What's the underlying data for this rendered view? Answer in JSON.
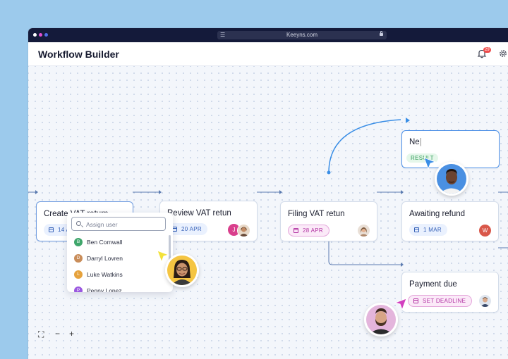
{
  "browser": {
    "url": "Keeyns.com"
  },
  "header": {
    "title": "Workflow Builder",
    "notification_count": "29"
  },
  "nodes": {
    "create_vat": {
      "title": "Create VAT return",
      "date": "14 APR"
    },
    "review_vat": {
      "title": "Review VAT retun",
      "date": "20 APR",
      "avatar_letter": "J"
    },
    "filing_vat": {
      "title": "Filing VAT retun",
      "date": "28 APR"
    },
    "awaiting_refund": {
      "title": "Awaiting refund",
      "date": "1 MAR",
      "avatar_letter": "W"
    },
    "new_node": {
      "title": "Ne",
      "tag": "RESULT"
    },
    "payment_due": {
      "title": "Payment due",
      "action": "SET DEADLINE"
    }
  },
  "assign": {
    "placeholder": "Assign user",
    "users": [
      {
        "initial": "B",
        "name": "Ben Cornwall",
        "color": "#3fa66b"
      },
      {
        "initial": "D",
        "name": "Darryl Lovren",
        "color": "#c98d5a"
      },
      {
        "initial": "L",
        "name": "Luke Watkins",
        "color": "#e6a23c"
      },
      {
        "initial": "P",
        "name": "Penny Lopez",
        "color": "#9b59e0"
      }
    ]
  },
  "colors": {
    "accent": "#3a7fd6",
    "pink": "#d23fbf",
    "yellow": "#f3e23a",
    "connector": "#5b7bb0"
  },
  "zoom_controls": {
    "fit": "⛶",
    "zoom_out": "−",
    "zoom_in": "+"
  }
}
